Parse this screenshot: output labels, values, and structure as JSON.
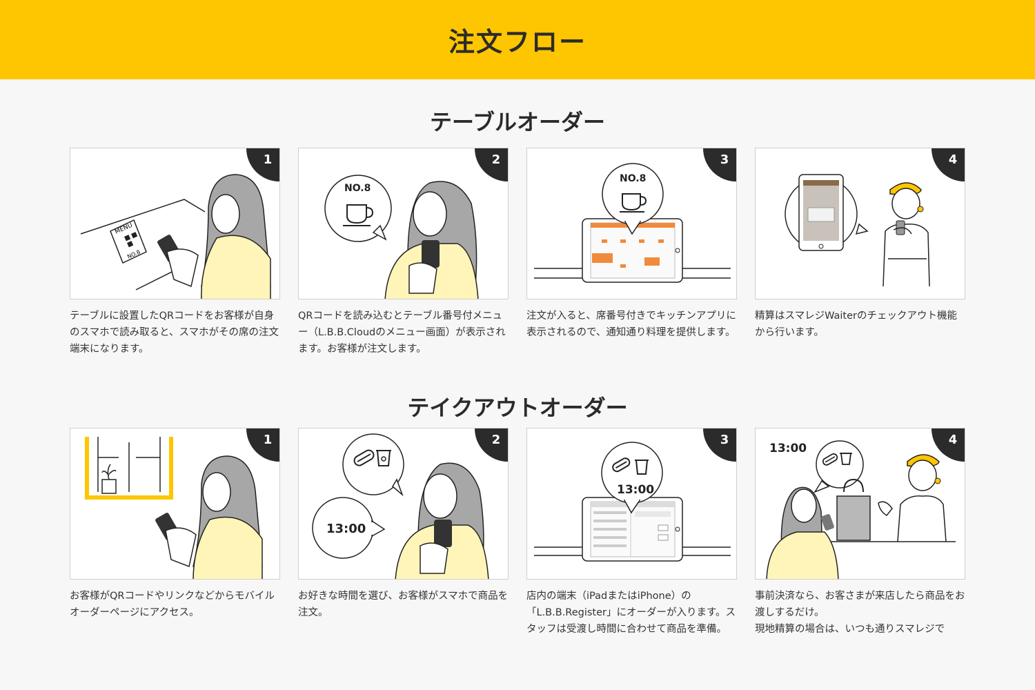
{
  "header": {
    "title": "注文フロー"
  },
  "sections": [
    {
      "title": "テーブルオーダー",
      "steps": [
        {
          "number": "1",
          "text": "テーブルに設置したQRコードをお客様が自身のスマホで読み取ると、スマホがその席の注文端末になります。",
          "menu_label": "MENU",
          "table_label": "NO.8"
        },
        {
          "number": "2",
          "text": "QRコードを読み込むとテーブル番号付メニュー（L.B.B.Cloudのメニュー画面）が表示されます。お客様が注文します。",
          "bubble_label": "NO.8"
        },
        {
          "number": "3",
          "text": "注文が入ると、席番号付きでキッチンアプリに表示されるので、通知通り料理を提供します。",
          "bubble_label": "NO.8"
        },
        {
          "number": "4",
          "text": "精算はスマレジWaiterのチェックアウト機能から行います。"
        }
      ]
    },
    {
      "title": "テイクアウトオーダー",
      "steps": [
        {
          "number": "1",
          "text": "お客様がQRコードやリンクなどからモバイルオーダーページにアクセス。"
        },
        {
          "number": "2",
          "text": "お好きな時間を選び、お客様がスマホで商品を注文。",
          "time_label": "13:00"
        },
        {
          "number": "3",
          "text": "店内の端末（iPadまたはiPhone）の「L.B.B.Register」にオーダーが入ります。スタッフは受渡し時間に合わせて商品を準備。",
          "time_label": "13:00"
        },
        {
          "number": "4",
          "text": "事前決済なら、お客さまが来店したら商品をお渡しするだけ。\n現地精算の場合は、いつも通りスマレジで",
          "time_label": "13:00"
        }
      ]
    }
  ],
  "colors": {
    "accent": "#fec600",
    "badge": "#2b2b2b",
    "tablet_orange": "#f08a3c"
  }
}
